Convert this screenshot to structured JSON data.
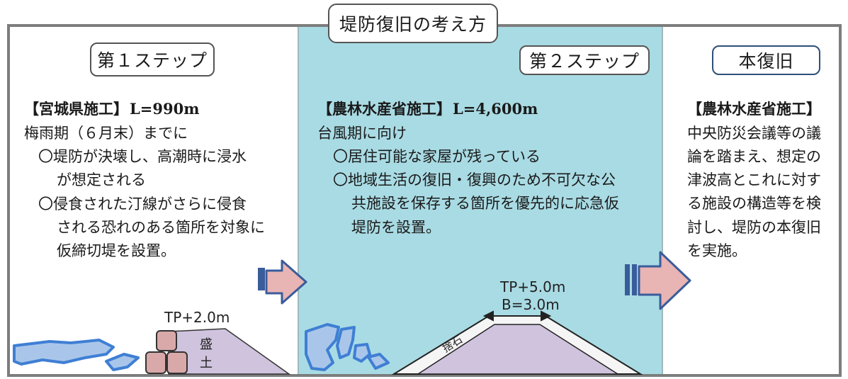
{
  "title": "堤防復旧の考え方",
  "step1": {
    "label": "第１ステップ",
    "heading_org": "【宮城県施工】",
    "heading_len": "L=990m",
    "line1": "梅雨期（６月末）までに",
    "line2": "〇堤防が決壊し、高潮時に浸水",
    "line3": "が想定される",
    "line4": "〇侵食された汀線がさらに侵食",
    "line5": "される恐れのある箇所を対象に",
    "line6": "仮締切堤を設置。",
    "diagram_label": "TP+2.0m",
    "mound_char1": "盛",
    "mound_char2": "土"
  },
  "step2": {
    "label": "第２ステップ",
    "heading_org": "【農林水産省施工】",
    "heading_len": "L=4,600m",
    "line1": "台風期に向け",
    "line2": "〇居住可能な家屋が残っている",
    "line3": "〇地域生活の復旧・復興のため不可欠な公",
    "line4": "共施設を保存する箇所を優先的に応急仮",
    "line5": "堤防を設置。",
    "diagram_label1": "TP+5.0m",
    "diagram_label2": "B=3.0m",
    "slope_label": "捨石"
  },
  "final": {
    "label": "本復旧",
    "heading": "【農林水産省施工】",
    "line1": "中央防災会議等の議",
    "line2": "論を踏まえ、想定の",
    "line3": "津波高とこれに対す",
    "line4": "る施設の構造等を検",
    "line5": "討し、堤防の本復旧",
    "line6": "を実施。"
  },
  "colors": {
    "panel2_bg": "#a9dbe4",
    "arrow_fill": "#e8b4b4",
    "arrow_stripe": "#3a5c9a",
    "mound_fill": "#cfc3de",
    "bag_fill": "#d9a9a9",
    "wave_fill": "#a9c6ea",
    "wave_stroke": "#3f7fd4"
  },
  "icons": [
    "right-arrow-icon",
    "right-arrow-icon",
    "wave-rubble-icon",
    "sandbag-icon"
  ]
}
